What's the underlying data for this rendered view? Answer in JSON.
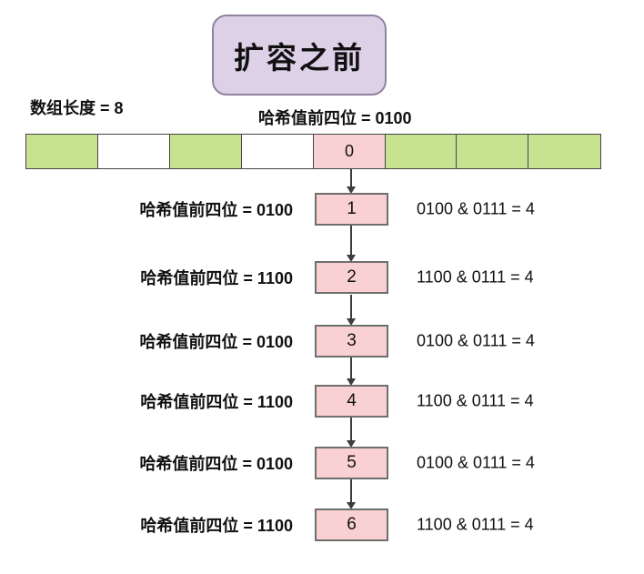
{
  "title": "扩容之前",
  "colors": {
    "green": "#c7e291",
    "white": "#ffffff",
    "pink": "#fad1d2",
    "lavender": "#ddd1e8",
    "cell_border": "#454545",
    "node_border": "#6e6e6e",
    "title_border": "#8f839f",
    "arrow": "#3d3d3d",
    "text": "#111111",
    "background": "#ffffff"
  },
  "array": {
    "length_label": "数组长度 = 8",
    "hash_label": "哈希值前四位 = 0100",
    "cells": [
      {
        "fill": "green",
        "value": ""
      },
      {
        "fill": "white",
        "value": ""
      },
      {
        "fill": "green",
        "value": ""
      },
      {
        "fill": "white",
        "value": ""
      },
      {
        "fill": "pink",
        "value": "0"
      },
      {
        "fill": "green",
        "value": ""
      },
      {
        "fill": "green",
        "value": ""
      },
      {
        "fill": "green",
        "value": ""
      }
    ]
  },
  "chain": {
    "rows": [
      {
        "left_label": "哈希值前四位 = 0100",
        "value": "1",
        "right_label": "0100 & 0111 = 4"
      },
      {
        "left_label": "哈希值前四位 = 1100",
        "value": "2",
        "right_label": "1100 & 0111 = 4"
      },
      {
        "left_label": "哈希值前四位 = 0100",
        "value": "3",
        "right_label": "0100 & 0111 = 4"
      },
      {
        "left_label": "哈希值前四位 = 1100",
        "value": "4",
        "right_label": "1100 & 0111 = 4"
      },
      {
        "left_label": "哈希值前四位 = 0100",
        "value": "5",
        "right_label": "0100 & 0111 = 4"
      },
      {
        "left_label": "哈希值前四位 = 1100",
        "value": "6",
        "right_label": "1100 & 0111 = 4"
      }
    ]
  }
}
